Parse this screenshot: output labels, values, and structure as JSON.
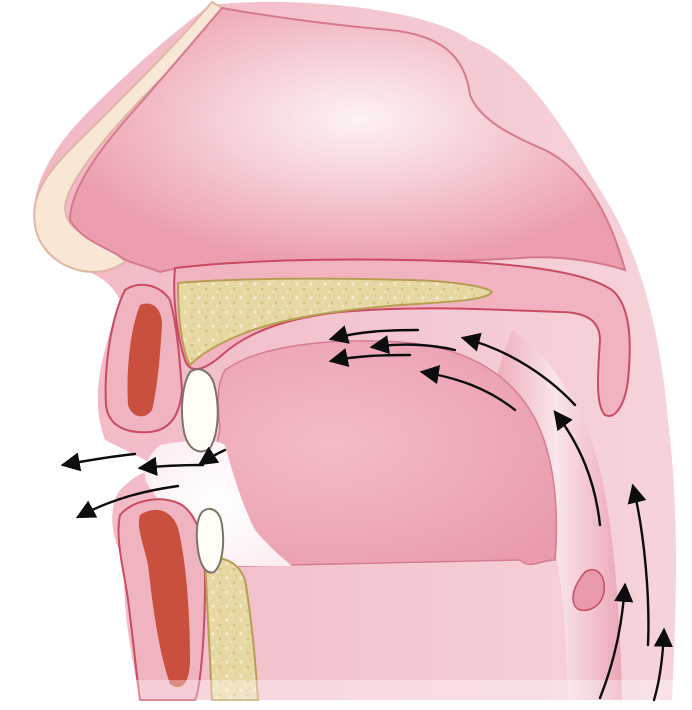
{
  "diagram": {
    "colors": {
      "background": "#ffffff",
      "tissue_light": "#f3c3cd",
      "tissue_mid": "#ea9bab",
      "tissue_edge": "#c94b63",
      "skin_cream": "#f7e7d4",
      "bone_fill": "#e6d7a3",
      "bone_edge": "#b89d55",
      "lip_muscle": "#c9503e",
      "tooth": "#fffdf6",
      "arrow": "#0d0d0d"
    },
    "parts": [
      "nose-external",
      "nasal-cavity",
      "hard-palate-bone",
      "soft-palate",
      "upper-lip",
      "lower-lip",
      "upper-incisor",
      "lower-incisor",
      "tongue",
      "mandible-bone",
      "epiglottis",
      "pharynx"
    ],
    "airflow": {
      "route": "oral",
      "direction": "outward-through-mouth",
      "arrow_count": 13
    }
  }
}
